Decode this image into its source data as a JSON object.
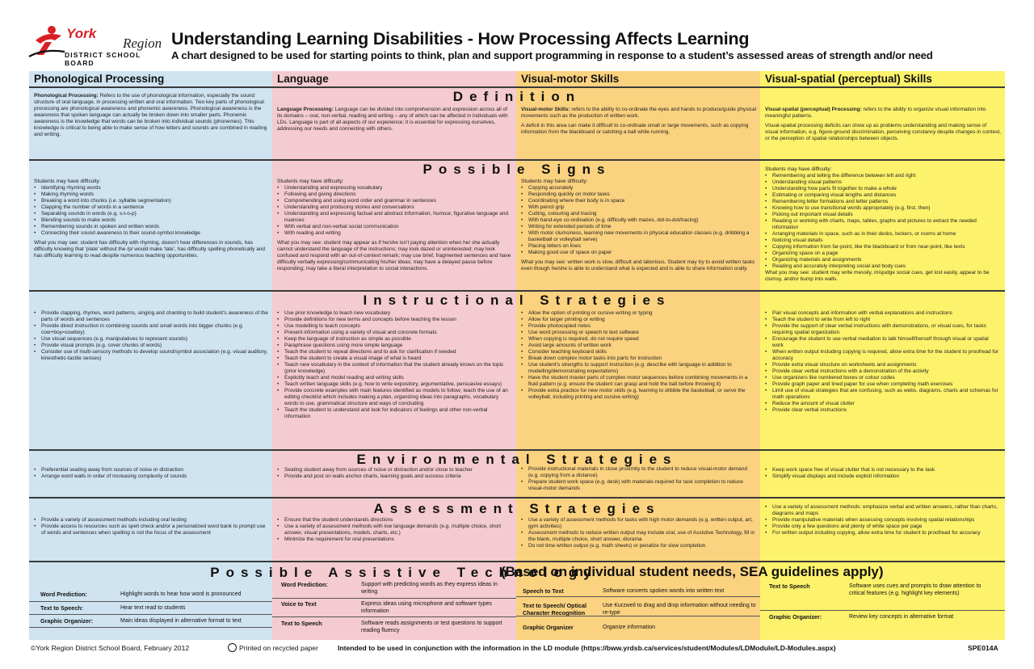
{
  "header": {
    "logo": {
      "york": "York",
      "region": "Region",
      "board": "DISTRICT SCHOOL BOARD"
    },
    "title": "Understanding Learning Disabilities - How Processing Affects Learning",
    "subtitle": "A chart designed to be used for starting points to think, plan and support programming in response to a student’s assessed areas of strength and/or need"
  },
  "columns": [
    "Phonological Processing",
    "Language",
    "Visual-motor Skills",
    "Visual-spatial (perceptual) Skills"
  ],
  "colors": {
    "phon": "#cfe3f1",
    "lang": "#f4cbd0",
    "motor": "#fbd27f",
    "spatial": "#fdf26b"
  },
  "sections": {
    "definition": "Definition",
    "signs": "Possible Signs",
    "instructional": "Instructional Strategies",
    "environmental": "Environmental Strategies",
    "assessment": "Assessment Strategies",
    "assistive": "Possible Assistive Technology",
    "assistive_note": "(Based on individual student needs, SEA guidelines apply)"
  },
  "definition": {
    "phon_label": "Phonological Processing:",
    "phon": " Refers to the use of phonological information, especially the sound structure of oral language, in processing written and oral information. Two key parts of phonological processing are phonological awareness and phonemic awareness. Phonological awareness is the awareness that spoken language can actually be broken down into smaller parts. Phonemic awareness is the knowledge that words can be broken into individual sounds (phonemes). This knowledge is critical to being able to make sense of how letters and sounds are combined in reading and writing.",
    "lang_label": "Language Processing:",
    "lang": " Language can be divided into comprehension and expression across all of its domains – oral, non-verbal, reading and writing – any of which can be affected in individuals with LDs. Language is part of all aspects of our experience; it is essential for expressing ourselves, addressing our needs and connecting with others.",
    "motor_label": "Visual-motor Skills:",
    "motor": " refers to the ability to co-ordinate the eyes and hands to produce/guide physical movements such as the production of written work.",
    "motor2": "A deficit in this area can make it difficult to co-ordinate small or large movements, such as copying information from the blackboard or catching a ball while running.",
    "spatial_label": "Visual-spatial (perceptual) Processing:",
    "spatial": " refers to the ability to organize visual information into meaningful patterns.",
    "spatial2": "Visual-spatial processing deficits can show up as problems understanding and making sense of visual information, e.g. figure-ground discrimination, perceiving constancy despite changes in context, or the perception of spatial relationships between objects."
  },
  "signs": {
    "intro": "Students may have difficulty:",
    "phon": [
      "Identifying rhyming words",
      "Making rhyming words",
      "Breaking a word into chunks (i.e. syllable segmentation)",
      "Clapping the number of words in a sentence",
      "Separating sounds in words (e.g. s-t-o-p)",
      "Blending sounds to make words",
      "Remembering sounds in spoken and written words",
      "Connecting their sound awareness to their sound-symbol knowledge"
    ],
    "phon_see": "What you may see:  student has difficulty with rhyming, doesn’t hear differences in sounds, has difficulty knowing that ‘plate’ without the /p/ would make ‘late’, has difficulty spelling phonetically and has difficulty learning to read despite numerous teaching opportunities.",
    "lang": [
      "Understanding and expressing vocabulary",
      "Following and giving directions",
      "Comprehending and using word order and grammar in sentences",
      "Understanding and producing stories and conversations",
      "Understanding and expressing factual and abstract information, humour, figurative language and nuances",
      "With verbal and non-verbal social communication",
      "With reading and writing"
    ],
    "lang_see": "What you may see:  student may appear as if he/she isn’t paying attention when he/ she actually cannot understand the language of the instructions; may look dazed or uninterested; may look confused and respond with an out-of-context remark; may use brief, fragmented sentences and have difficulty verbally expressing/communicating his/her ideas; may have a delayed pause before responding; may take a literal interpretation to social interactions.",
    "motor": [
      "Copying accurately",
      "Responding quickly on motor tasks",
      "Coordinating where their body is in space",
      "With pencil grip",
      "Cutting, colouring and tracing",
      "With hand-eye co-ordination (e.g. difficulty with mazes, dot-to-dot/tracing)",
      "Writing for extended periods of time",
      "With motor clumsiness, learning new movements in physical education classes (e.g. dribbling a basketball or volleyball serve)",
      "Placing letters on lines",
      "Making good use of space on paper"
    ],
    "motor_see": "What you may see:  written work is slow, difficult and laborious. Student may try to avoid written tasks even though he/she is able to understand what is expected and is able to share information orally.",
    "spatial": [
      "Remembering and telling the difference between left and right",
      "Understanding visual patterns",
      "Understanding how parts fit together to make a whole",
      "Estimating or comparing visual lengths and distances",
      "Remembering letter formations and letter patterns",
      "Knowing how to use transitional words appropriately (e.g. first, then)",
      "Picking out important visual details",
      "Reading or working with charts, maps, tables, graphs and pictures to extract the needed information",
      "Arranging materials in space, such as in their desks, lockers, or rooms at home",
      "Noticing visual details",
      "Copying information from far-point, like the blackboard or from near-point, like texts",
      "Organizing space on a page",
      "Organizing materials and assignments",
      "Reading and accurately interpreting social and body cues"
    ],
    "spatial_see": "What you may see:  student may write messily, misjudge social cues, get lost easily, appear to be clumsy, and/or bump into walls."
  },
  "instructional": {
    "phon": [
      "Provide clapping, rhymes, word patterns, singing and chanting to build student’s awareness of the parts of words and sentences",
      "Provide direct instruction in combining sounds and small words into bigger chunks (e.g. cow+boy=cowboy)",
      "Use visual sequences (e.g. manipulatives to represent sounds)",
      "Provide visual prompts (e.g. cover chunks of words)",
      "Consider use of multi-sensory methods to develop sound/symbol association (e.g. visual auditory, kinesthetic-tactile senses)"
    ],
    "lang": [
      "Use prior knowledge to teach new vocabulary",
      "Provide definitions for new terms and concepts before teaching the lesson",
      "Use modelling to teach concepts",
      "Present information using a variety of visual and concrete formats",
      "Keep the language of instruction as simple as possible",
      "Paraphrase questions using more simple language",
      "Teach the student to repeat directions and to ask for clarification if needed",
      "Teach the student to create a visual image of what is heard",
      "Teach new vocabulary in the context of information that the student already knows on the topic (prior knowledge)",
      "Explicitly teach and model reading and writing skills",
      "Teach written language skills (e.g. how to write expository, argumentative, persuasive essays)",
      "Provide concrete examples with main features identified as models to follow; teach the use of an editing checklist which includes making a plan, organizing ideas into paragraphs, vocabulary words to use, grammatical structure and ways of concluding",
      "Teach the student to understand and look for indicators of feelings and other non-verbal information"
    ],
    "motor": [
      "Allow the option of printing or cursive writing or typing",
      "Allow for larger printing or writing",
      "Provide photocopied notes",
      "Use word processing or speech to text software",
      "When copying is required, do not require speed",
      "Avoid large amounts of written work",
      "Consider teaching keyboard skills",
      "Break down complex motor tasks into parts for instruction",
      "Use student’s strengths to support instruction (e.g. describe with language in addition to modelling/demonstrating expectations)",
      "Have the student master parts of complex motor sequences before combining movements in a fluid pattern (e.g. ensure the student can grasp and hold the ball before throwing it)",
      "Provide extra practice for new motor skills (e.g. learning to dribble the basketball, or serve the volleyball, including printing and cursive writing)"
    ],
    "spatial": [
      "Pair visual concepts and information with verbal explanations and instructions",
      "Teach the student to write from left to right",
      "Provide the support of clear verbal instructions with demonstrations, or visual cues, for tasks requiring spatial organization",
      "Encourage the student to use verbal mediation to talk himself/herself through visual or spatial work",
      "When written output including copying is required, allow extra time for the student to proofread for accuracy",
      "Provide extra visual structure on worksheets and assignments",
      "Provide clear verbal instructions with a demonstration of the activity",
      "Use organizers like numbered boxes or colour codes",
      "Provide graph paper and lined paper for use when completing math exercises",
      "Limit use of visual strategies that are confusing, such as webs, diagrams, charts and schemas for math operations",
      "Reduce the amount of visual clutter",
      "Provide clear verbal instructions"
    ]
  },
  "environmental": {
    "phon": [
      "Preferential seating away from sources of noise or distraction",
      "Arrange word walls in order of increasing complexity of sounds"
    ],
    "lang": [
      "Seating student away from sources of noise or distraction and/or close to teacher",
      "Provide and post on walls anchor charts, learning goals and success criteria"
    ],
    "motor": [
      "Provide instructional materials in close proximity to the student to reduce visual-motor demand (e.g. copying from a distance)",
      "Prepare student work space (e.g. desk) with materials required for task completion to reduce visual-motor demands"
    ],
    "spatial": [
      "Keep work space free of visual clutter that is not necessary to the task",
      "Simplify visual displays and include explicit information"
    ]
  },
  "assessment": {
    "phon": [
      "Provide a variety of assessment methods including oral testing",
      "Provide access to resources such as spell check and/or a personalized word bank to prompt use of words and sentences when spelling is not the focus of the assessment"
    ],
    "lang": [
      "Ensure that the student understands directions",
      "Use a variety of assessment methods with low language demands (e.g. multiple choice, short answer, visual presentations, models, charts, etc.)",
      "Minimize the requirement for oral presentations"
    ],
    "motor": [
      "Use a variety of assessment methods for tasks with high motor demands (e.g. written output, art, gym activities)",
      "Assessment methods to reduce written output may include oral, use of Assistive Technology, fill in the blank, multiple choice, short answer, diorama",
      "Do not time written output (e.g. math sheets) or penalize for slow completion"
    ],
    "spatial": [
      "Use a variety of assessment methods: emphasize verbal and written answers, rather than charts, diagrams and maps",
      "Provide manipulative materials when assessing concepts involving spatial relationships",
      "Provide only a few questions and plenty of white space per page",
      "For written output including copying, allow extra time for student to proofread for accuracy"
    ]
  },
  "assistive": {
    "phon": [
      {
        "label": "Word Prediction:",
        "text": "Highlight words to hear how word is pronounced"
      },
      {
        "label": "Text to Speech:",
        "text": "Hear text read to students"
      },
      {
        "label": "Graphic Organizer:",
        "text": "Main ideas displayed in alternative format to text"
      }
    ],
    "lang": [
      {
        "label": "Word Prediction:",
        "text": "Support with predicting words as they express ideas in writing"
      },
      {
        "label": "Voice to Text",
        "text": "Express ideas  using microphone and software types information"
      },
      {
        "label": "Text to Speech",
        "text": "Software reads assignments or test questions to support reading fluency"
      }
    ],
    "motor": [
      {
        "label": "Speech to Text",
        "text": "Software converts spoken words into written text"
      },
      {
        "label": "Text to Speech/ Optical Character Recognition",
        "text": "Use Kurzweil to drag and drop information without needing to re-type"
      },
      {
        "label": "Graphic Organizer",
        "text": "Organize information"
      }
    ],
    "spatial": [
      {
        "label": "Text to Speech",
        "text": "Software uses cues and prompts to draw attention to critical features (e.g. highlight key elements)"
      },
      {
        "label": "Graphic Organizer:",
        "text": "Review key concepts in alternative format"
      }
    ]
  },
  "footer": {
    "copyright": "©York Region District School Board, February 2012",
    "recycled": "Printed on recycled paper",
    "note": "Intended to be used in conjunction with the information in the LD module (https://bww.yrdsb.ca/services/student/Modules/LDModule/LD-Modules.aspx)",
    "code": "SPE014A"
  }
}
